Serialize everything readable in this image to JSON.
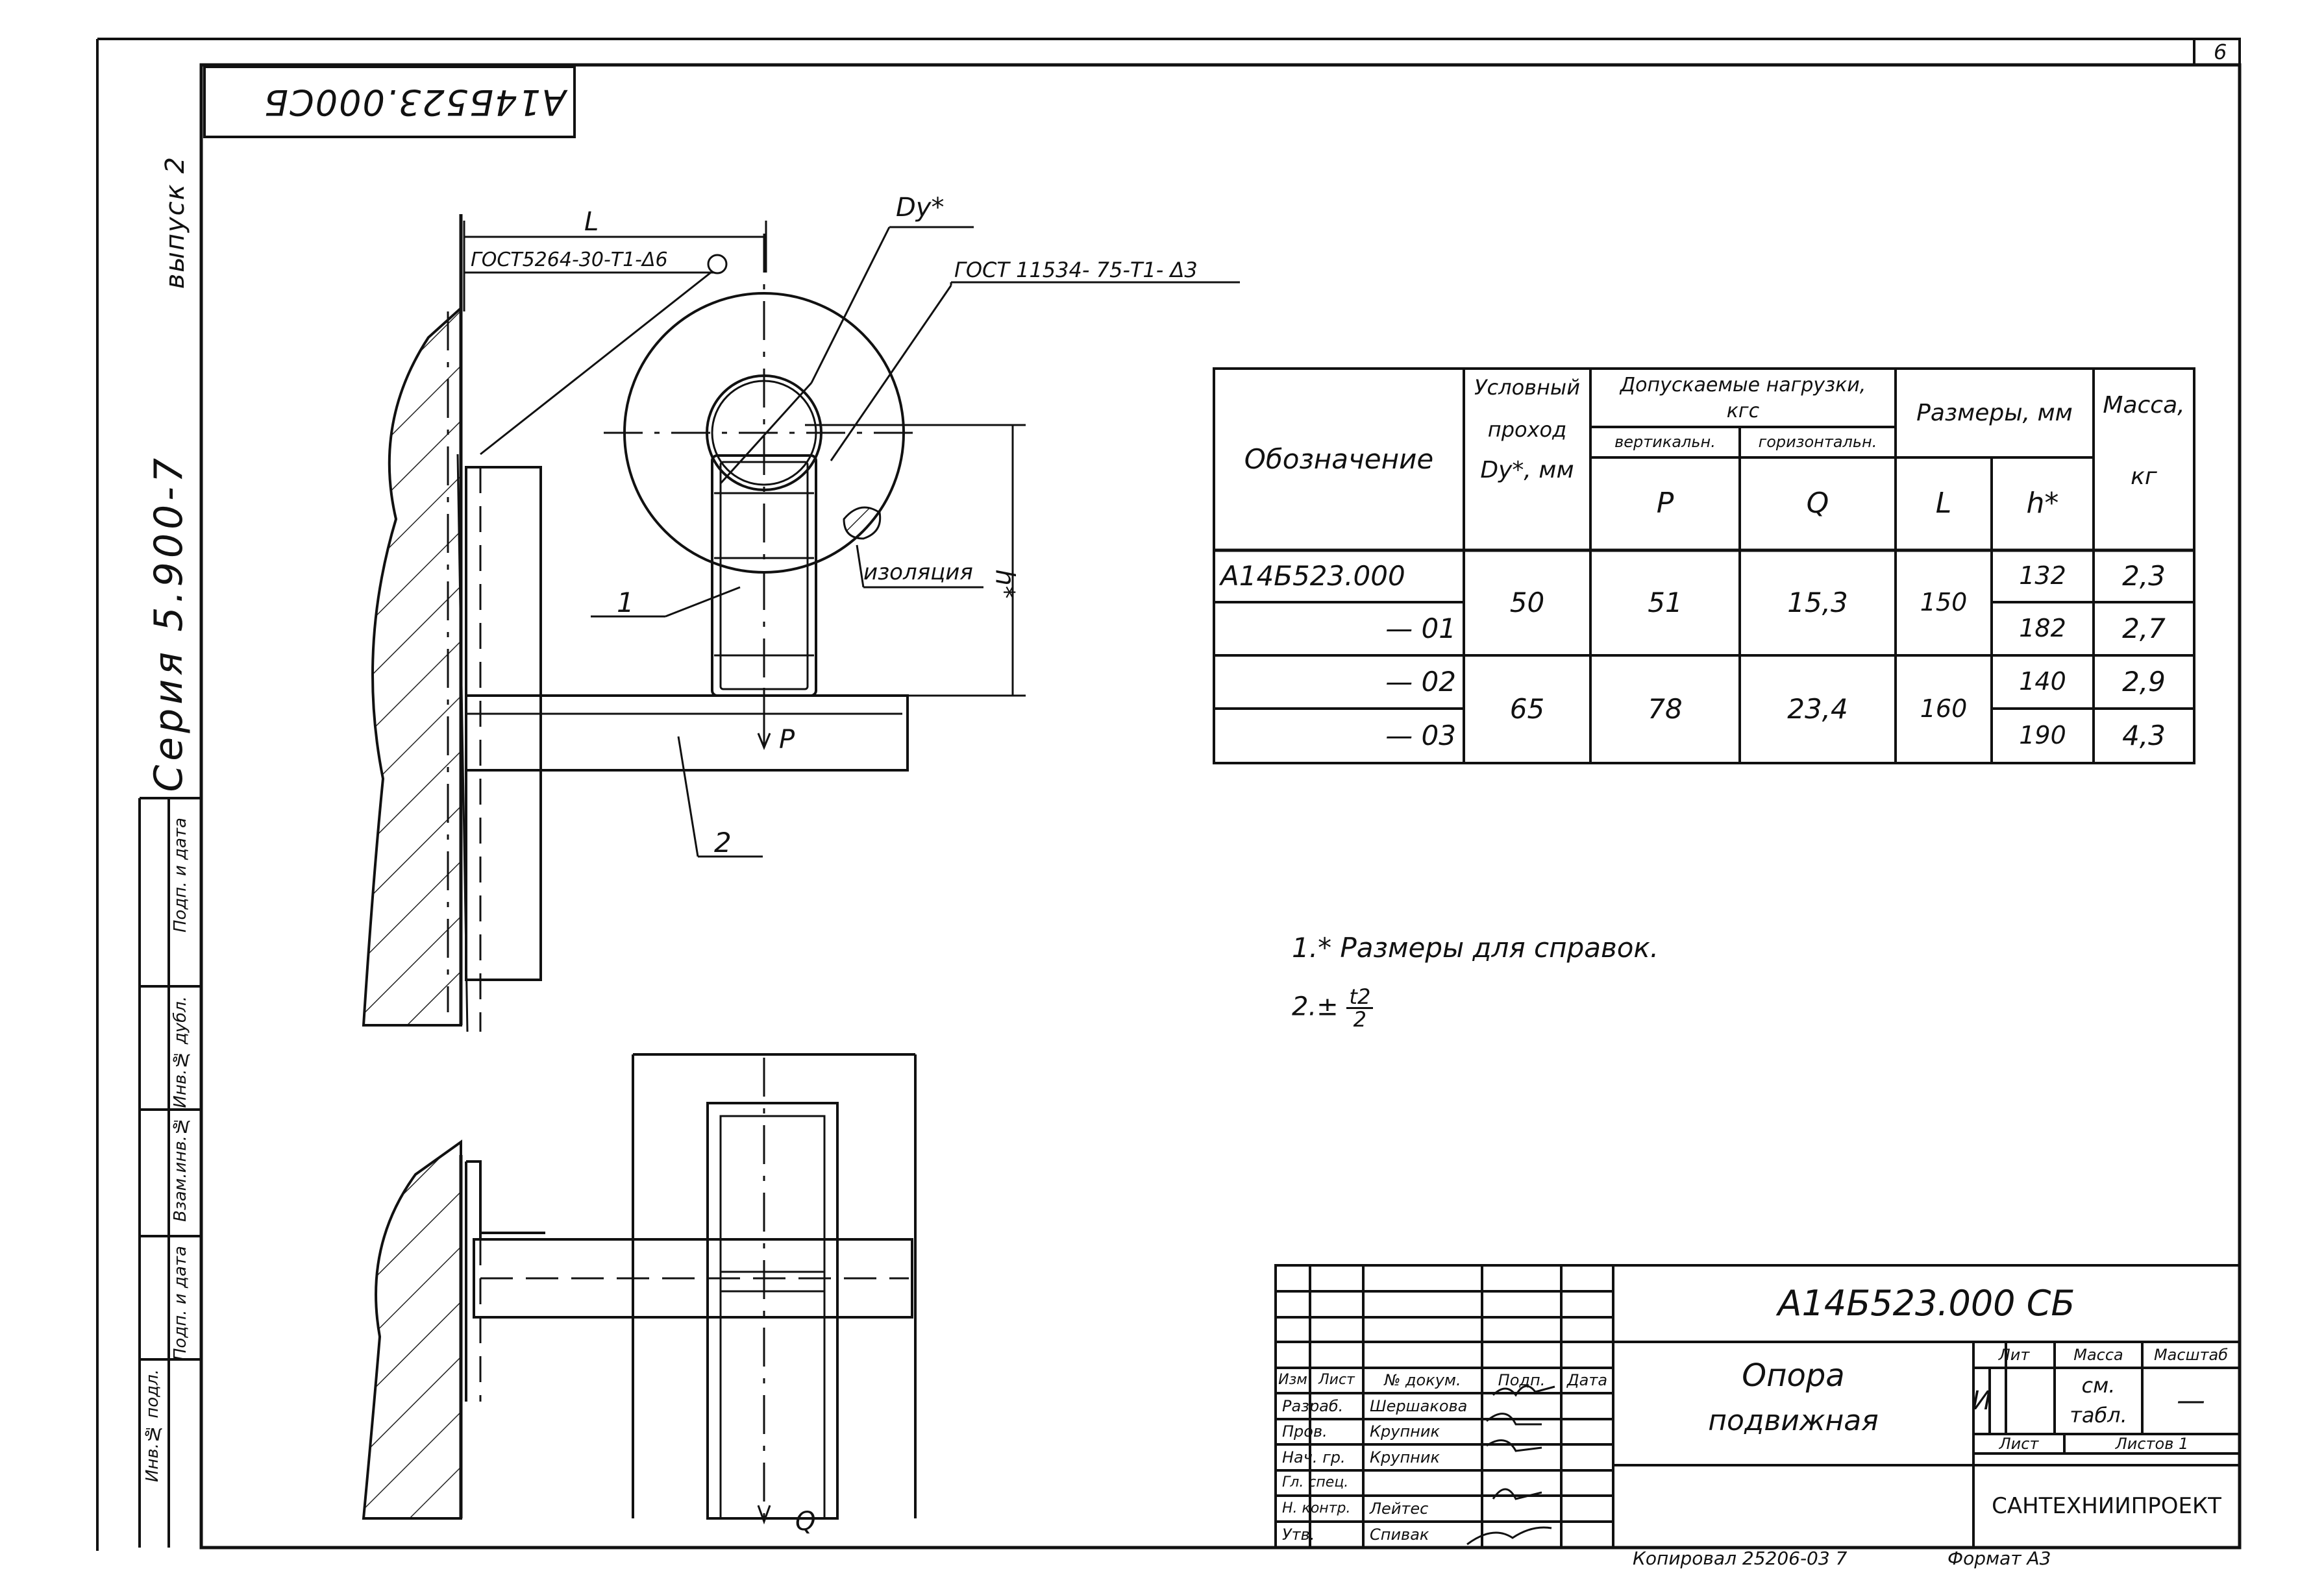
{
  "sheet_number": "6",
  "stamp_top": "А14Б523.000СБ",
  "series": "Серия 5.900-7",
  "issue": "выпуск 2",
  "side_labels": [
    "Инв.№ подл.",
    "Подп. и дата",
    "Взам.инв.№",
    "Инв.№ дубл.",
    "Подп. и дата"
  ],
  "drawing": {
    "dim_L": "L",
    "dim_Dy": "Dy*",
    "dim_h": "h*",
    "weld_1": "ГОСТ5264-30-Т1-Δ6",
    "weld_2": "ГОСТ 11534- 75-Т1- Δ3",
    "insulation": "изоляция",
    "item_1": "1",
    "item_2": "2",
    "load_P": "P",
    "load_Q": "Q"
  },
  "table": {
    "headers": {
      "designation": "Обозначение",
      "nominal_1": "Условный",
      "nominal_2": "проход",
      "nominal_3": "Dy*, мм",
      "loads_1": "Допускаемые нагрузки,",
      "loads_2": "кгс",
      "vertical": "вертикальн.",
      "horizontal": "горизонтальн.",
      "P": "P",
      "Q": "Q",
      "sizes": "Размеры, мм",
      "L": "L",
      "h": "h*",
      "mass_1": "Масса,",
      "mass_2": "кг"
    },
    "rows": [
      {
        "designation": "А14Б523.000",
        "h": "132",
        "mass": "2,3"
      },
      {
        "designation": "— 01",
        "h": "182",
        "mass": "2,7"
      },
      {
        "designation": "— 02",
        "h": "140",
        "mass": "2,9"
      },
      {
        "designation": "— 03",
        "h": "190",
        "mass": "4,3"
      }
    ],
    "groups": [
      {
        "dy": "50",
        "P": "51",
        "Q": "15,3",
        "L": "150"
      },
      {
        "dy": "65",
        "P": "78",
        "Q": "23,4",
        "L": "160"
      }
    ]
  },
  "notes": {
    "note1": "1.* Размеры для справок.",
    "note2_prefix": "2.±",
    "note2_num": "t2",
    "note2_den": "2"
  },
  "title_block": {
    "code": "А14Б523.000 СБ",
    "name_1": "Опора",
    "name_2": "подвижная",
    "col_izm": "Изм",
    "col_list": "Лист",
    "col_doc": "№ докум.",
    "col_sign": "Подп.",
    "col_date": "Дата",
    "roles": [
      {
        "role": "Разраб.",
        "name": "Шершакова"
      },
      {
        "role": "Пров.",
        "name": "Крупник"
      },
      {
        "role": "Нач. гр.",
        "name": "Крупник"
      },
      {
        "role": "Гл. спец.",
        "name": ""
      },
      {
        "role": "Н. контр.",
        "name": "Лейтес"
      },
      {
        "role": "Утв.",
        "name": "Спивак"
      }
    ],
    "lit_label": "Лит",
    "mass_label": "Масса",
    "scale_label": "Масштаб",
    "lit_value": "И",
    "mass_value_1": "см.",
    "mass_value_2": "табл.",
    "scale_value": "—",
    "sheet_label": "Лист",
    "sheets_label": "Листов 1",
    "org": "САНТЕХНИИПРОЕКТ"
  },
  "footer": {
    "copied": "Копировал 25206-03 7",
    "format": "Формат А3"
  }
}
